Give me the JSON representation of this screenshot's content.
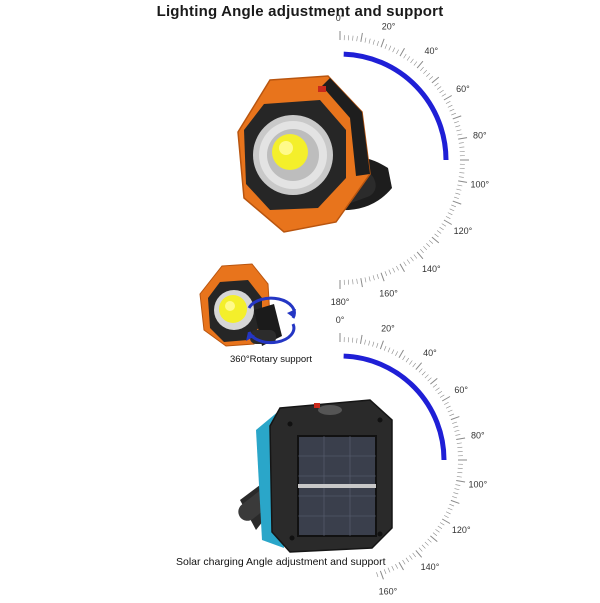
{
  "title": "Lighting Angle adjustment and support",
  "colors": {
    "arc_blue": "#1f1fd6",
    "housing_orange": "#e8741c",
    "housing_dark": "#2a2a2a",
    "cob_yellow": "#f4ef2b",
    "housing_teal": "#2aa6c9",
    "rotate_blue": "#2436c4"
  },
  "top_dial": {
    "labels": [
      "0°",
      "20°",
      "40°",
      "60°",
      "80°",
      "100°",
      "120°",
      "140°",
      "160°",
      "180°"
    ],
    "highlight_range_deg": [
      0,
      90
    ]
  },
  "bottom_dial": {
    "labels": [
      "0°",
      "20°",
      "40°",
      "60°",
      "80°",
      "100°",
      "120°",
      "140°",
      "160°"
    ],
    "highlight_range_deg": [
      0,
      90
    ]
  },
  "rotary_label": "360°Rotary support",
  "bottom_caption": "Solar charging Angle adjustment and support",
  "icons": {
    "rotate": "rotate-arrows-icon"
  }
}
